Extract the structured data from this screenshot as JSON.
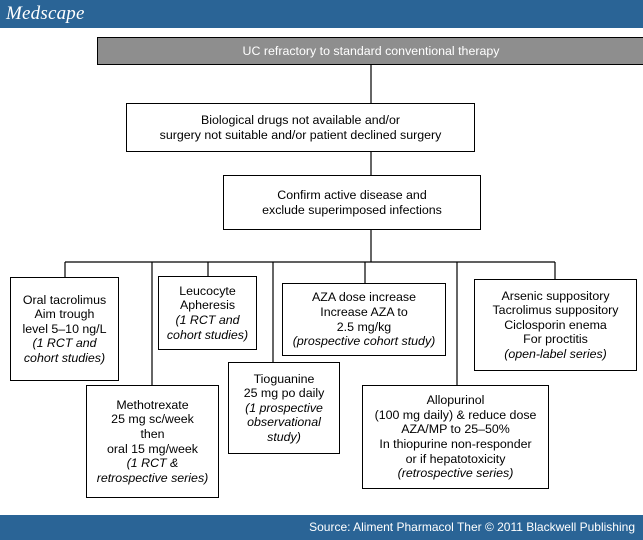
{
  "header": {
    "logo": "Medscape"
  },
  "footer": {
    "source": "Source: Aliment Pharmacol Ther © 2011 Blackwell Publishing"
  },
  "diagram": {
    "top": {
      "lines": [
        "UC refractory to standard conventional therapy"
      ]
    },
    "second": {
      "lines": [
        "Biological drugs not available and/or",
        "surgery not suitable and/or patient declined surgery"
      ]
    },
    "third": {
      "lines": [
        "Confirm active disease and",
        "exclude superimposed infections"
      ]
    },
    "options": [
      {
        "lines": [
          "Oral tacrolimus",
          "Aim trough",
          "level 5–10 ng/L"
        ],
        "evidence": [
          "(1 RCT and",
          "cohort studies)"
        ]
      },
      {
        "lines": [
          "Methotrexate",
          "25 mg sc/week",
          "then",
          "oral 15 mg/week"
        ],
        "evidence": [
          "(1 RCT &",
          "retrospective series)"
        ]
      },
      {
        "lines": [
          "Leucocyte",
          "Apheresis"
        ],
        "evidence": [
          "(1 RCT and",
          "cohort studies)"
        ]
      },
      {
        "lines": [
          "Tioguanine",
          "25 mg po daily"
        ],
        "evidence": [
          "(1 prospective",
          "observational",
          "study)"
        ]
      },
      {
        "lines": [
          "AZA dose increase",
          "Increase AZA to",
          "2.5 mg/kg"
        ],
        "evidence": [
          "(prospective cohort study)"
        ]
      },
      {
        "lines": [
          "Allopurinol",
          "(100 mg daily) & reduce dose",
          "AZA/MP to 25–50%",
          "In thiopurine non-responder",
          "or if hepatotoxicity"
        ],
        "evidence": [
          "(retrospective series)"
        ]
      },
      {
        "lines": [
          "Arsenic suppository",
          "Tacrolimus suppository",
          "Ciclosporin enema",
          "For proctitis"
        ],
        "evidence": [
          "(open-label series)"
        ]
      }
    ]
  }
}
